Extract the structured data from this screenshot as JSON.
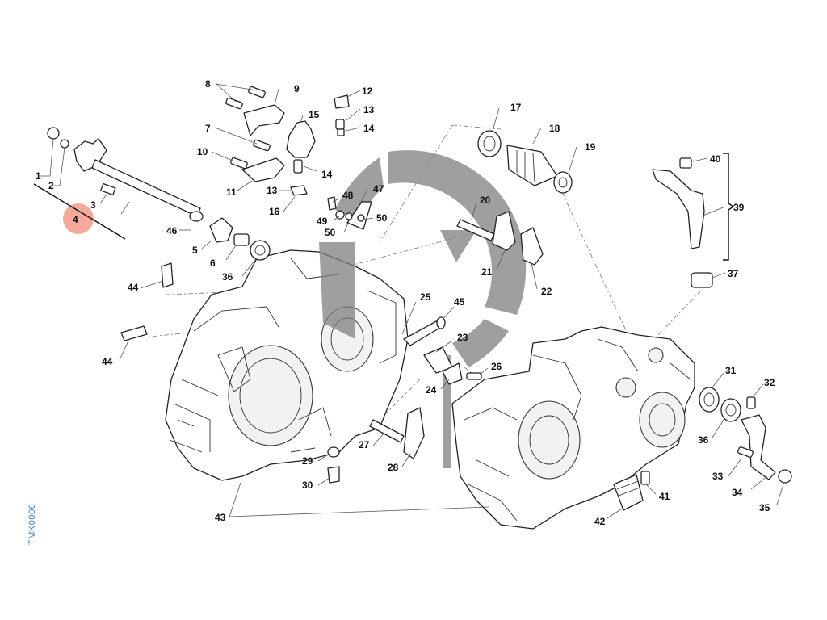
{
  "drawing_code": "TMK0006",
  "highlight_color": "#f08c78",
  "highlighted_callout": "4",
  "callouts": {
    "c1": "1",
    "c2": "2",
    "c3": "3",
    "c4": "4",
    "c5": "5",
    "c6": "6",
    "c7": "7",
    "c8": "8",
    "c9": "9",
    "c10": "10",
    "c11": "11",
    "c12": "12",
    "c13a": "13",
    "c13b": "13",
    "c14a": "14",
    "c14b": "14",
    "c15": "15",
    "c16": "16",
    "c17": "17",
    "c18": "18",
    "c19": "19",
    "c20": "20",
    "c21": "21",
    "c22": "22",
    "c23": "23",
    "c24": "24",
    "c25": "25",
    "c26": "26",
    "c27": "27",
    "c28": "28",
    "c29": "29",
    "c30": "30",
    "c31": "31",
    "c32": "32",
    "c33": "33",
    "c34": "34",
    "c35": "35",
    "c36a": "36",
    "c36b": "36",
    "c37": "37",
    "c39": "39",
    "c40": "40",
    "c41": "41",
    "c42": "42",
    "c43": "43",
    "c44a": "44",
    "c44b": "44",
    "c45": "45",
    "c46": "46",
    "c47": "47",
    "c48": "48",
    "c49": "49",
    "c50a": "50",
    "c50b": "50"
  }
}
